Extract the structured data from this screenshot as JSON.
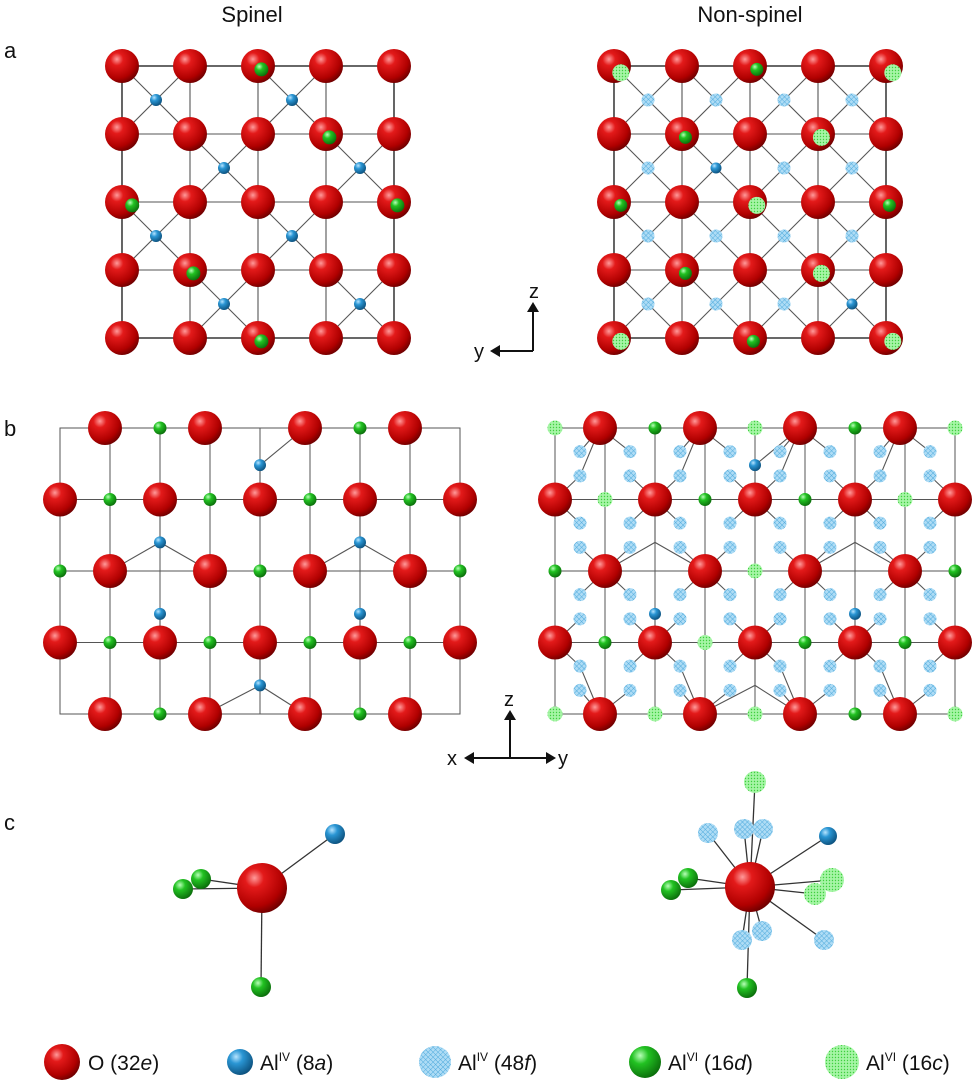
{
  "column_titles": {
    "left": "Spinel",
    "right": "Non-spinel"
  },
  "panels": {
    "a": "a",
    "b": "b",
    "c": "c"
  },
  "axes_a": {
    "vertical": "z",
    "horizontal": "y"
  },
  "axes_b": {
    "vertical": "z",
    "left": "x",
    "right": "y"
  },
  "legend": [
    {
      "key": "O",
      "prefix": "O (32",
      "site_italic": "e",
      "suffix": ")",
      "sup": "",
      "color": "#cc0000",
      "style": "solid-large"
    },
    {
      "key": "Al_IV_8a",
      "prefix": "Al",
      "sup": "IV",
      "mid": " (8",
      "site_italic": "a",
      "suffix": ")",
      "color": "#1f86c2",
      "style": "solid-small"
    },
    {
      "key": "Al_IV_48f",
      "prefix": "Al",
      "sup": "IV",
      "mid": " (48",
      "site_italic": "f",
      "suffix": ")",
      "color": "#9fd3f0",
      "style": "hatched"
    },
    {
      "key": "Al_VI_16d",
      "prefix": "Al",
      "sup": "VI",
      "mid": " (16",
      "site_italic": "d",
      "suffix": ")",
      "color": "#1fb81f",
      "style": "solid-small"
    },
    {
      "key": "Al_VI_16c",
      "prefix": "Al",
      "sup": "VI",
      "mid": " (16",
      "site_italic": "c",
      "suffix": ")",
      "color": "#8ff08f",
      "style": "hatched"
    }
  ],
  "colors": {
    "oxygen": "#cc0000",
    "al_iv_8a": "#1f86c2",
    "al_iv_48f": "#9fd3f0",
    "al_vi_16d": "#1fb81f",
    "al_vi_16c": "#8ff08f"
  }
}
